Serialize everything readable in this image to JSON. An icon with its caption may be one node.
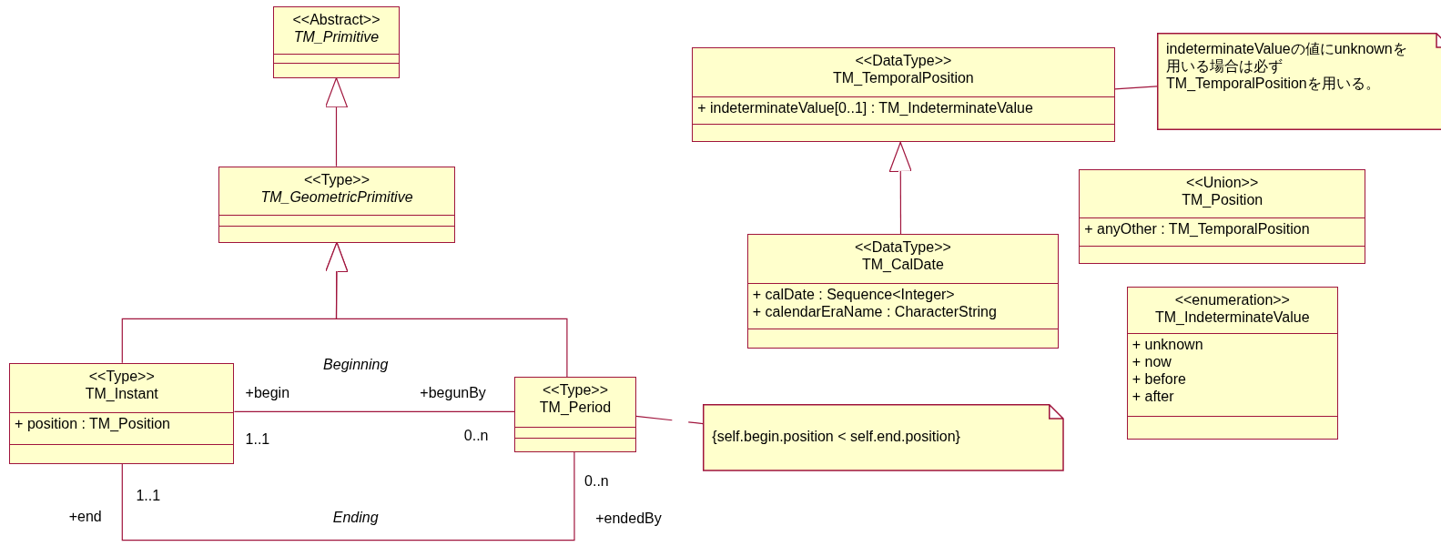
{
  "diagram": {
    "nodes": [
      {
        "text": [
          "<<Abstract>>",
          "TM_Primitive"
        ]
      },
      {
        "text": [
          "<<Type>>",
          "TM_GeometricPrimitive"
        ]
      },
      {
        "text": [
          "<<Type>>",
          "TM_Instant",
          "+ position : TM_Position"
        ]
      },
      {
        "text": [
          "<<Type>>",
          "TM_Period"
        ]
      },
      {
        "text": [
          "{self.begin.position < self.end.position}"
        ]
      },
      {
        "text": [
          "<<DataType>>",
          "TM_TemporalPosition",
          "+ indeterminateValue[0..1] : TM_IndeterminateValue"
        ]
      },
      {
        "text": [
          "indeterminateValueの値にunknownを用いる場合は必ずTM_TemporalPositionを用いる。"
        ]
      },
      {
        "text": [
          "<<DataType>>",
          "TM_CalDate",
          "+ calDate : Sequence<Integer>",
          "+ calendarEraName : CharacterString"
        ]
      },
      {
        "text": [
          "<<Union>>",
          "TM_Position",
          "+ anyOther : TM_TemporalPosition"
        ]
      },
      {
        "text": [
          "<<enumeration>>",
          "TM_IndeterminateValue",
          "+ unknown",
          "+ now",
          "+ before",
          "+ after"
        ]
      }
    ],
    "edges": [
      {
        "from": 1,
        "to": 0,
        "arrow": "to"
      },
      {
        "from": 2,
        "to": 1,
        "arrow": "to"
      },
      {
        "from": 3,
        "to": 1,
        "arrow": "to"
      },
      {
        "from": 2,
        "to": 3,
        "arrow": "none",
        "label": "Beginning"
      },
      {
        "from": 2,
        "to": 3,
        "arrow": "none",
        "label": "Ending"
      },
      {
        "from": 3,
        "to": 4,
        "arrow": "none",
        "style": "dashed"
      },
      {
        "from": 5,
        "to": 6,
        "arrow": "none"
      },
      {
        "from": 7,
        "to": 5,
        "arrow": "to"
      }
    ],
    "labels": [
      "+begin",
      "+begunBy",
      "1..1",
      "0..n",
      "0..n",
      "1..1",
      "+end",
      "+endedBy"
    ]
  }
}
